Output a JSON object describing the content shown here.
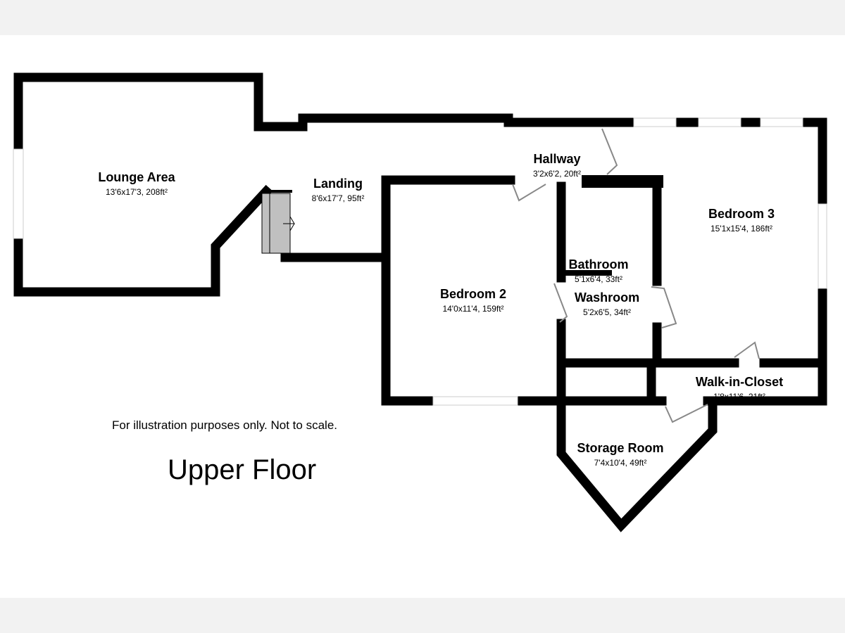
{
  "rooms": [
    {
      "name": "Lounge Area",
      "dims": "13'6x17'3, 208ft²"
    },
    {
      "name": "Landing",
      "dims": "8'6x17'7, 95ft²"
    },
    {
      "name": "Hallway",
      "dims": "3'2x6'2, 20ft²"
    },
    {
      "name": "Bedroom 3",
      "dims": "15'1x15'4, 186ft²"
    },
    {
      "name": "Bathroom",
      "dims": "5'1x6'4, 33ft²"
    },
    {
      "name": "Washroom",
      "dims": "5'2x6'5, 34ft²"
    },
    {
      "name": "Bedroom 2",
      "dims": "14'0x11'4, 159ft²"
    },
    {
      "name": "Walk-in-Closet",
      "dims": "1'8x11'6, 21ft²"
    },
    {
      "name": "Storage Room",
      "dims": "7'4x10'4, 49ft²"
    }
  ],
  "disclaimer": "For illustration purposes only. Not to scale.",
  "floor_title": "Upper Floor"
}
